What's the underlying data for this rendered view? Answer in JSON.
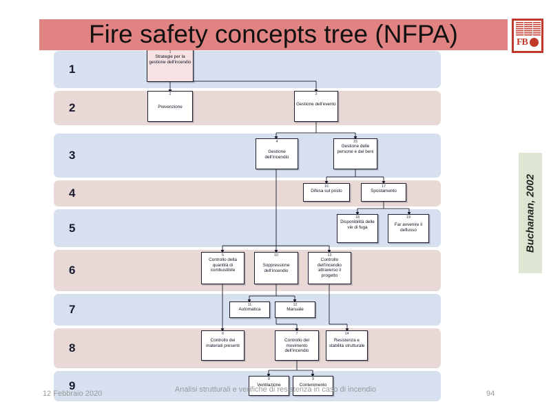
{
  "slide": {
    "title": "Fire safety concepts tree (NFPA)",
    "title_band_color": "#e28383",
    "page_number": "94",
    "date": "12 Febbraio 2020",
    "footer_text": "Analisi strutturali e verifiche di resistenza in caso di incendio",
    "source_note": "Buchanan, 2002",
    "logo_caption": "FBD"
  },
  "rows": [
    {
      "number": "1",
      "color": "#d7e0ef"
    },
    {
      "number": "2",
      "color": "#e8d9d6"
    },
    {
      "number": "3",
      "color": "#d7e0ef"
    },
    {
      "number": "4",
      "color": "#e8d9d6"
    },
    {
      "number": "5",
      "color": "#d7e0ef"
    },
    {
      "number": "6",
      "color": "#e8d9d6"
    },
    {
      "number": "7",
      "color": "#d7e0ef"
    },
    {
      "number": "8",
      "color": "#e8d9d6"
    },
    {
      "number": "9",
      "color": "#d7e0ef"
    }
  ],
  "nodes": [
    {
      "id": "1",
      "label": "Strategie per la gestione dell'incendio",
      "row": 1
    },
    {
      "id": "2",
      "label": "Prevenzione",
      "row": 2
    },
    {
      "id": "3",
      "label": "Gestione dell'evento",
      "row": 2
    },
    {
      "id": "4",
      "label": "Gestione dell'incendio",
      "row": 3
    },
    {
      "id": "15",
      "label": "Gestione delle persone e dei beni",
      "row": 3
    },
    {
      "id": "16",
      "label": "Difesa sul posto",
      "row": 4
    },
    {
      "id": "17",
      "label": "Spostamento",
      "row": 4
    },
    {
      "id": "18",
      "label": "Disponibilità delle vie di fuga",
      "row": 5
    },
    {
      "id": "19",
      "label": "Far avvenire il deflusso",
      "row": 5
    },
    {
      "id": "5",
      "label": "Controllo della quantità di combustibile",
      "row": 6
    },
    {
      "id": "10",
      "label": "Soppressione dell'incendio",
      "row": 6
    },
    {
      "id": "13",
      "label": "Controllo dell'incendio attraverso il progetto",
      "row": 6
    },
    {
      "id": "11",
      "label": "Automatica",
      "row": 7
    },
    {
      "id": "12",
      "label": "Manuale",
      "row": 7
    },
    {
      "id": "6",
      "label": "Controllo dei materiali presenti",
      "row": 8
    },
    {
      "id": "7",
      "label": "Controllo del movimento dell'incendio",
      "row": 8
    },
    {
      "id": "14",
      "label": "Resistenza e stabilità strutturale",
      "row": 8
    },
    {
      "id": "8",
      "label": "Ventilazione",
      "row": 9
    },
    {
      "id": "9",
      "label": "Contenimento",
      "row": 9
    }
  ],
  "edges": [
    {
      "from": "1",
      "to": "2"
    },
    {
      "from": "1",
      "to": "3"
    },
    {
      "from": "3",
      "to": "4"
    },
    {
      "from": "3",
      "to": "15"
    },
    {
      "from": "15",
      "to": "16"
    },
    {
      "from": "15",
      "to": "17"
    },
    {
      "from": "17",
      "to": "18"
    },
    {
      "from": "17",
      "to": "19"
    },
    {
      "from": "4",
      "to": "5"
    },
    {
      "from": "4",
      "to": "10"
    },
    {
      "from": "4",
      "to": "13"
    },
    {
      "from": "10",
      "to": "11"
    },
    {
      "from": "10",
      "to": "12"
    },
    {
      "from": "5",
      "to": "6"
    },
    {
      "from": "10",
      "to": "7"
    },
    {
      "from": "13",
      "to": "14"
    },
    {
      "from": "7",
      "to": "8"
    },
    {
      "from": "7",
      "to": "9"
    }
  ]
}
